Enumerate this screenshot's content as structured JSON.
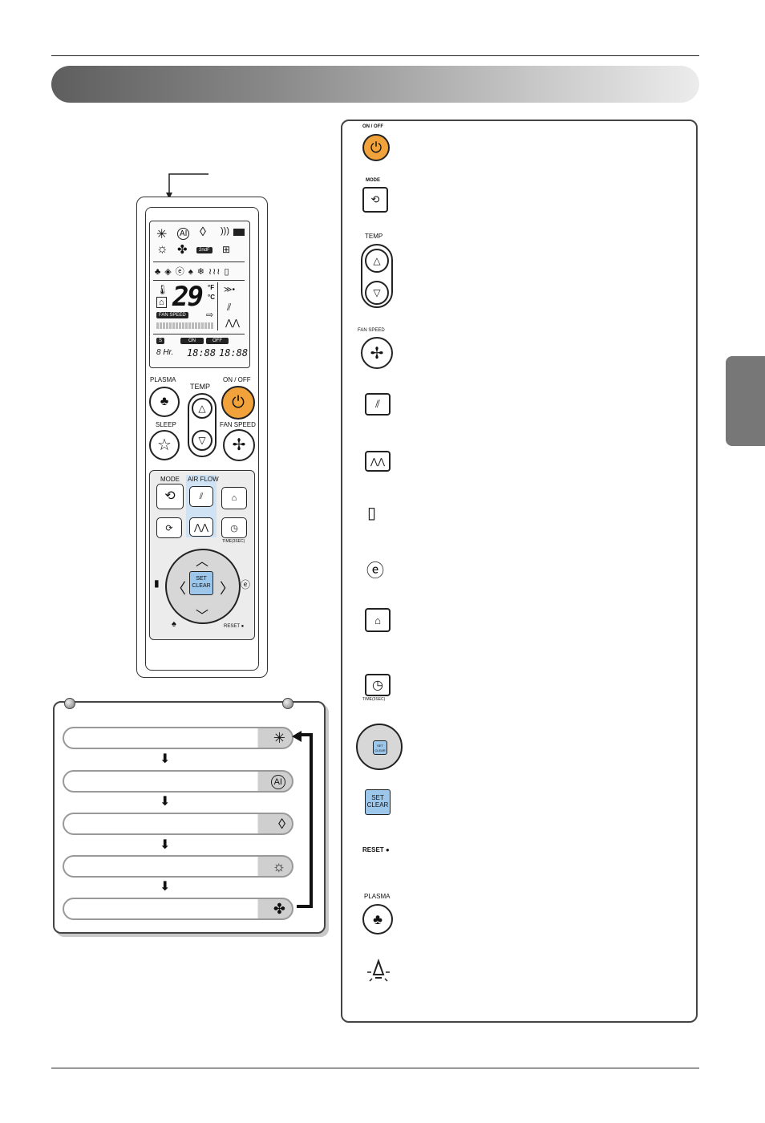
{
  "remote": {
    "lcd_temp": "29",
    "lcd_unit_f": "°F",
    "lcd_unit_c": "°C",
    "lcd_fan_speed": "FAN SPEED",
    "lcd_s": "S",
    "lcd_on": "ON",
    "lcd_off": "OFF",
    "lcd_hr": "8 Hr.",
    "lcd_time1": "18:88",
    "lcd_time2": "18:88",
    "lcd_2nd": "2ndF",
    "plasma_label": "PLASMA",
    "temp_label": "TEMP",
    "onoff_label": "ON / OFF",
    "sleep_label": "SLEEP",
    "fanspeed_label": "FAN SPEED",
    "mode_label": "MODE",
    "airflow_label": "AIR FLOW",
    "time_label": "TIME(3SEC)",
    "set_label": "SET",
    "clear_label": "CLEAR",
    "reset_label": "RESET ●"
  },
  "functions": {
    "onoff_label": "ON / OFF",
    "mode_label": "MODE",
    "temp_label": "TEMP",
    "fanspeed_label": "FAN SPEED",
    "time_label": "TIME(3SEC)",
    "set_label": "SET",
    "clear_label": "CLEAR",
    "reset_label": "RESET ●",
    "plasma_label": "PLASMA"
  },
  "modes": [
    {
      "icon": "snowflake-icon",
      "glyph": "✳"
    },
    {
      "icon": "ai-icon",
      "glyph": "AI"
    },
    {
      "icon": "drop-icon",
      "glyph": "◊"
    },
    {
      "icon": "sun-icon",
      "glyph": "☼"
    },
    {
      "icon": "fan-icon",
      "glyph": "✤"
    }
  ],
  "colors": {
    "onoff_orange": "#f2a23a",
    "setclear_blue": "#9cc6ea",
    "airflow_highlight": "#cfe3f5",
    "side_tab": "#777777"
  }
}
